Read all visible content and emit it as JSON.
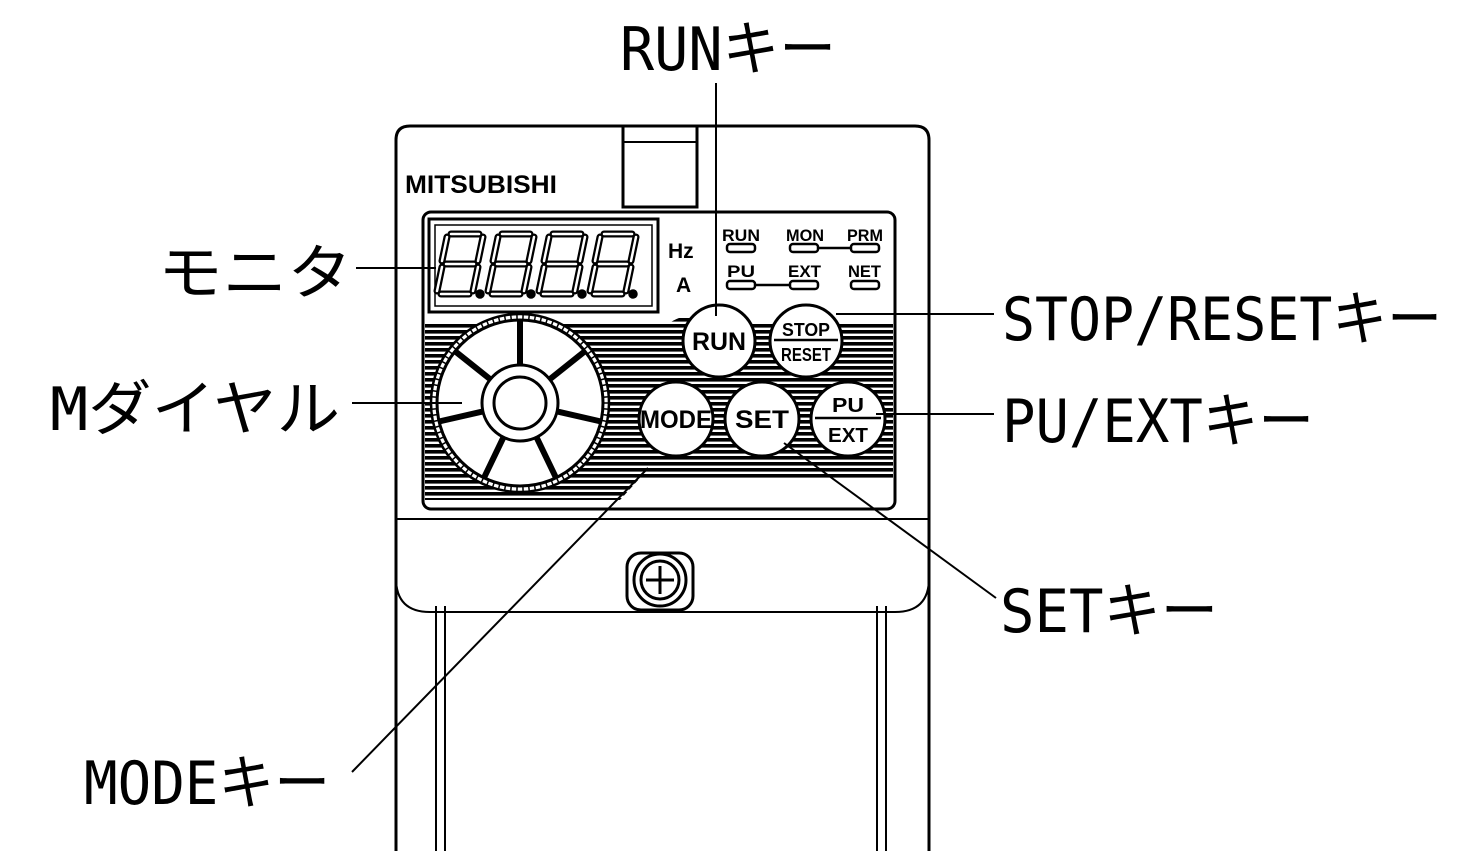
{
  "brand": "MITSUBISHI",
  "indicators": {
    "hz": "Hz",
    "a": "A",
    "run": "RUN",
    "mon": "MON",
    "prm": "PRM",
    "pu": "PU",
    "ext": "EXT",
    "net": "NET"
  },
  "keys": {
    "run": "RUN",
    "stop_top": "STOP",
    "stop_bottom": "RESET",
    "mode": "MODE",
    "set": "SET",
    "pu_top": "PU",
    "pu_bottom": "EXT"
  },
  "callouts": {
    "run_key": "RUNキー",
    "monitor": "モニタ",
    "stop_reset_key": "STOP/RESETキー",
    "m_dial": "Mダイヤル",
    "pu_ext_key": "PU/EXTキー",
    "set_key": "SETキー",
    "mode_key": "MODEキー"
  },
  "colors": {
    "ink": "#000000",
    "paper": "#ffffff"
  }
}
